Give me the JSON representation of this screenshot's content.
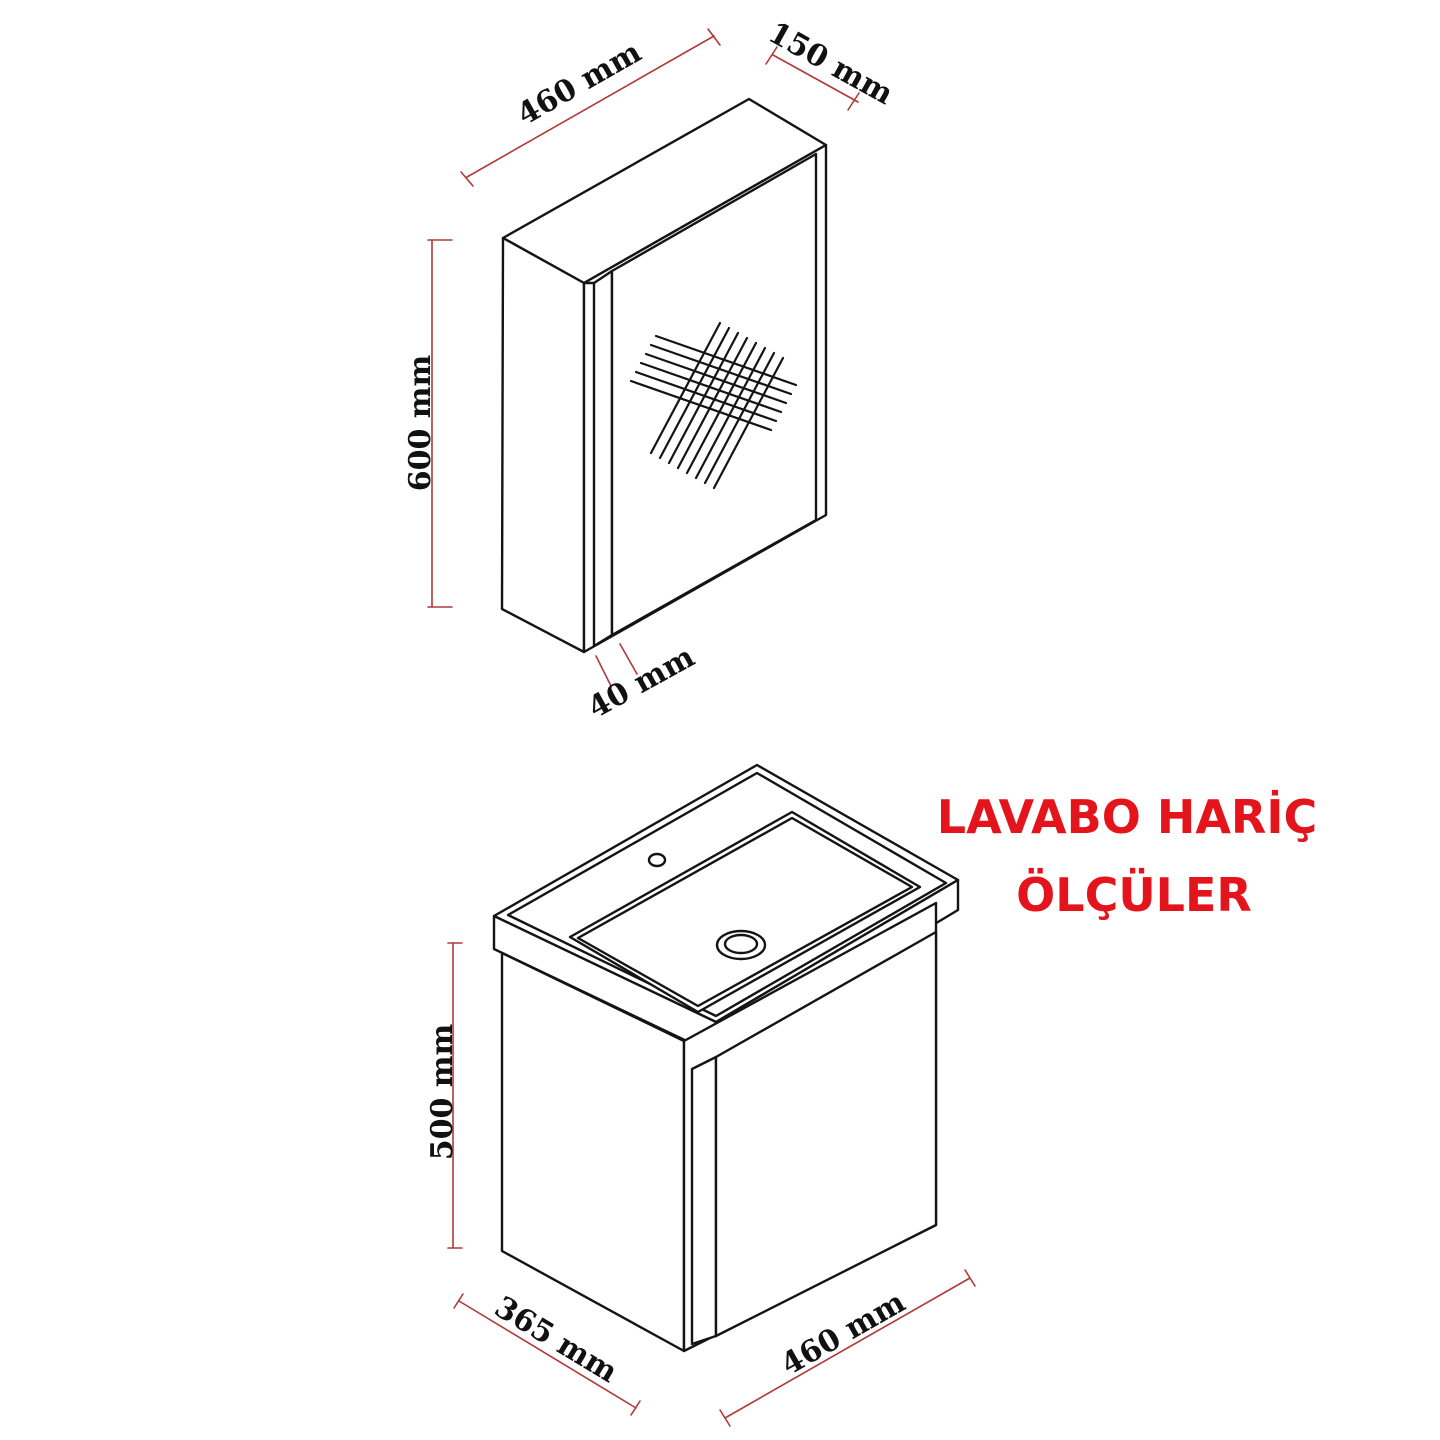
{
  "mirror_cabinet": {
    "width_label": "460 mm",
    "depth_label": "150 mm",
    "height_label": "600 mm",
    "door_gap_label": "40 mm"
  },
  "vanity_cabinet": {
    "height_label": "500 mm",
    "depth_label": "365 mm",
    "width_label": "460 mm"
  },
  "note": {
    "line1": "LAVABO HARİÇ",
    "line2": "ÖLÇÜLER",
    "color": "#e3141b"
  },
  "colors": {
    "dimension_line": "#b03a3a",
    "outline": "#141414"
  }
}
